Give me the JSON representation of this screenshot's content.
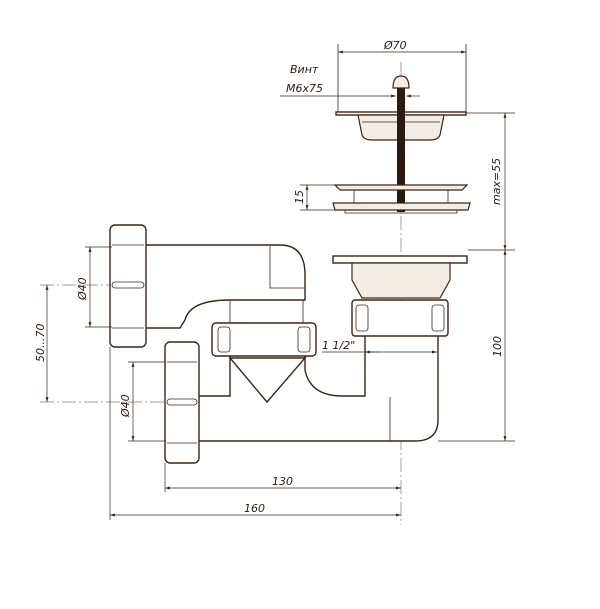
{
  "drawing": {
    "labels": {
      "diameter_top": "Ø70",
      "screw_title": "Винт",
      "screw_size": "M6x75",
      "height_flange": "15",
      "max_height": "max=55",
      "upper_diameter": "Ø40",
      "offset_range": "50...70",
      "lower_diameter": "Ø40",
      "thread_size": "1 1/2\"",
      "height_total": "100",
      "length_inner": "130",
      "length_total": "160"
    },
    "colors": {
      "line": "#3a2618",
      "centerline": "#8a7a70"
    }
  }
}
